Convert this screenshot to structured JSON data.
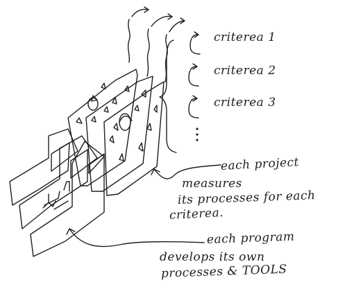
{
  "criteria": [
    {
      "label": "criterea 1"
    },
    {
      "label": "criterea 2"
    },
    {
      "label": "criterea 3"
    }
  ],
  "project_note": {
    "lines": [
      "each project",
      "measures",
      "its processes for each",
      "criterea."
    ]
  },
  "program_note": {
    "lines": [
      "each program",
      "develops its own",
      "processes & TOOLS"
    ]
  },
  "ink_color": "#1f1f1f"
}
